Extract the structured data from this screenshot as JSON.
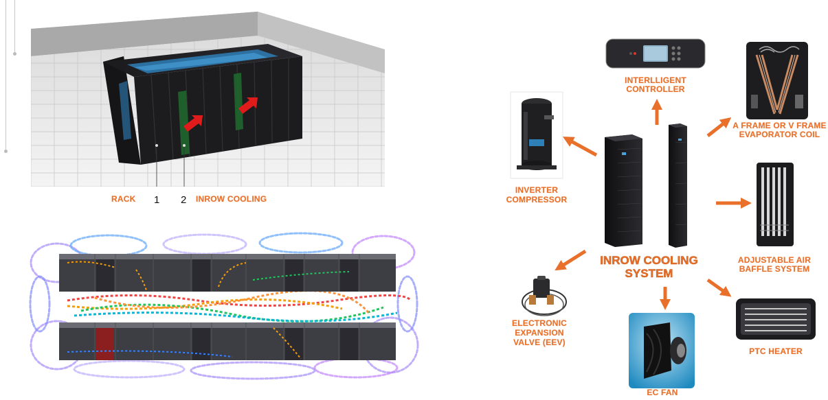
{
  "left_top": {
    "rack_label": "RACK",
    "num_1": "1",
    "num_2": "2",
    "inrow_label": "INROW COOLING"
  },
  "system": {
    "title_line1": "INROW COOLING",
    "title_line2": "SYSTEM"
  },
  "components": {
    "controller": [
      "INTERLLIGENT",
      "CONTROLLER"
    ],
    "coil": [
      "A FRAME OR V FRAME",
      "EVAPORATOR COIL"
    ],
    "compressor": [
      "INVERTER",
      "COMPRESSOR"
    ],
    "baffle": [
      "ADJUSTABLE AIR",
      "BAFFLE SYSTEM"
    ],
    "valve": [
      "ELECTRONIC",
      "EXPANSION",
      "VALVE (EEV)"
    ],
    "heater": [
      "PTC HEATER"
    ],
    "fan": [
      "EC FAN"
    ]
  },
  "colors": {
    "accent": "#e8702a",
    "arrow_red": "#e01b1b",
    "rack_dark": "#1a1a1d",
    "rack_blue": "#2f7fb8"
  }
}
